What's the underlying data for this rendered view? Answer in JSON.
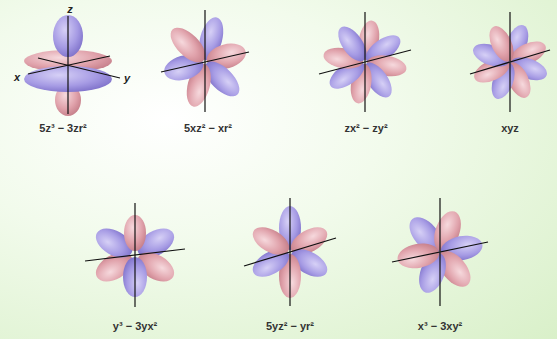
{
  "diagram": {
    "labels": [
      "z",
      "x",
      "y",
      "5z³ − 3zr²",
      "5xz² − xr²",
      "zx² − zy²",
      "xyz",
      "y³ − 3yx²",
      "5yz² − yr²",
      "x³ − 3xy²"
    ]
  }
}
